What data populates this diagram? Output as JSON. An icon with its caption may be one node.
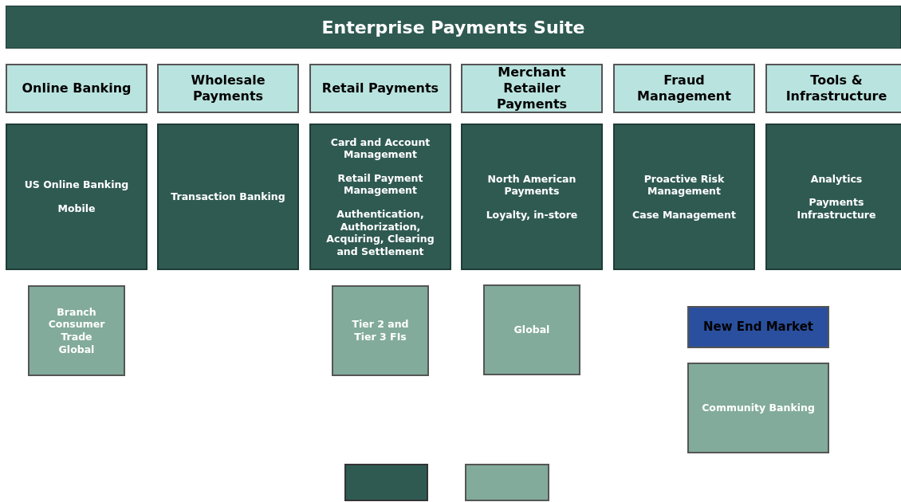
{
  "diagram": {
    "title": "Enterprise Payments Suite",
    "nodes": [
      {
        "text": [
          "Online Banking"
        ]
      },
      {
        "text": [
          "Wholesale Payments"
        ]
      },
      {
        "text": [
          "Retail Payments"
        ]
      },
      {
        "text": [
          "Merchant Retailer Payments"
        ]
      },
      {
        "text": [
          "Fraud Management"
        ]
      },
      {
        "text": [
          "Tools & Infrastructure"
        ]
      },
      {
        "text": [
          "US Online Banking",
          "Mobile"
        ]
      },
      {
        "text": [
          "Transaction Banking"
        ]
      },
      {
        "text": [
          "Card and Account Management",
          "Retail Payment Management",
          "Authentication, Authorization, Acquiring, Clearing and Settlement"
        ]
      },
      {
        "text": [
          "North American Payments",
          "Loyalty, in-store"
        ]
      },
      {
        "text": [
          "Proactive Risk Management",
          "Case Management"
        ]
      },
      {
        "text": [
          "Analytics",
          "Payments Infrastructure"
        ]
      },
      {
        "text": [
          "Branch",
          "Consumer",
          "Trade",
          "Global"
        ]
      },
      {
        "text": [
          "Tier 2 and Tier 3 FIs"
        ]
      },
      {
        "text": [
          "Global"
        ]
      },
      {
        "text": [
          "New End Market"
        ]
      },
      {
        "text": [
          "Community Banking"
        ]
      },
      {
        "text": [],
        "shape": "box"
      },
      {
        "text": [],
        "shape": "box"
      }
    ]
  }
}
